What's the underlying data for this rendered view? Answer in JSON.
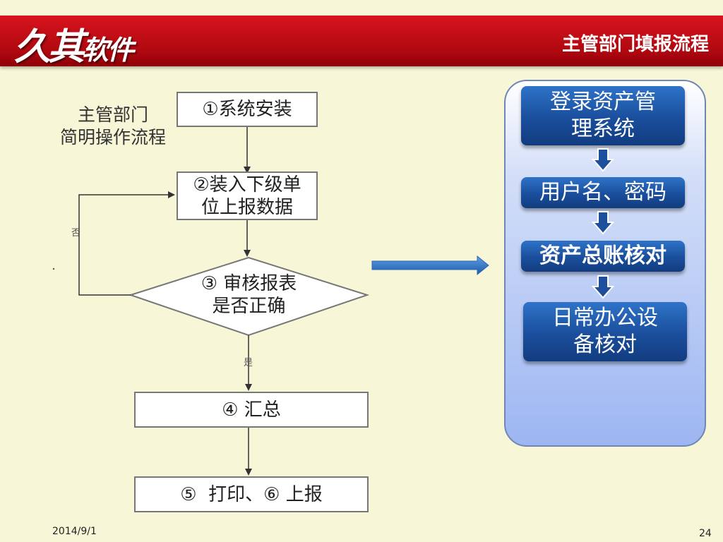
{
  "header": {
    "logo_main": "久其",
    "logo_sub": "软件",
    "title": "主管部门填报流程"
  },
  "flowchart": {
    "label": [
      "主管部门",
      "简明操作流程"
    ],
    "step1": "①系统安装",
    "step2": [
      "②装入下级单",
      "位上报数据"
    ],
    "step3": [
      "③ 审核报表",
      "是否正确"
    ],
    "step4": "④ 汇总",
    "step5": "⑤  打印、⑥ 上报",
    "no_label": "否",
    "yes_label": "是"
  },
  "panel": {
    "steps": [
      {
        "lines": [
          "登录资产管",
          "理系统"
        ]
      },
      {
        "lines": [
          "用户名、密码"
        ]
      },
      {
        "lines": [
          "资产总账核对"
        ]
      },
      {
        "lines": [
          "日常办公设",
          "备核对"
        ]
      }
    ]
  },
  "footer": {
    "date": "2014/9/1",
    "page": "24"
  },
  "colors": {
    "header_red": "#c00a14",
    "step_blue": "#1a4e9c",
    "panel_blue": "#9db6f2"
  }
}
